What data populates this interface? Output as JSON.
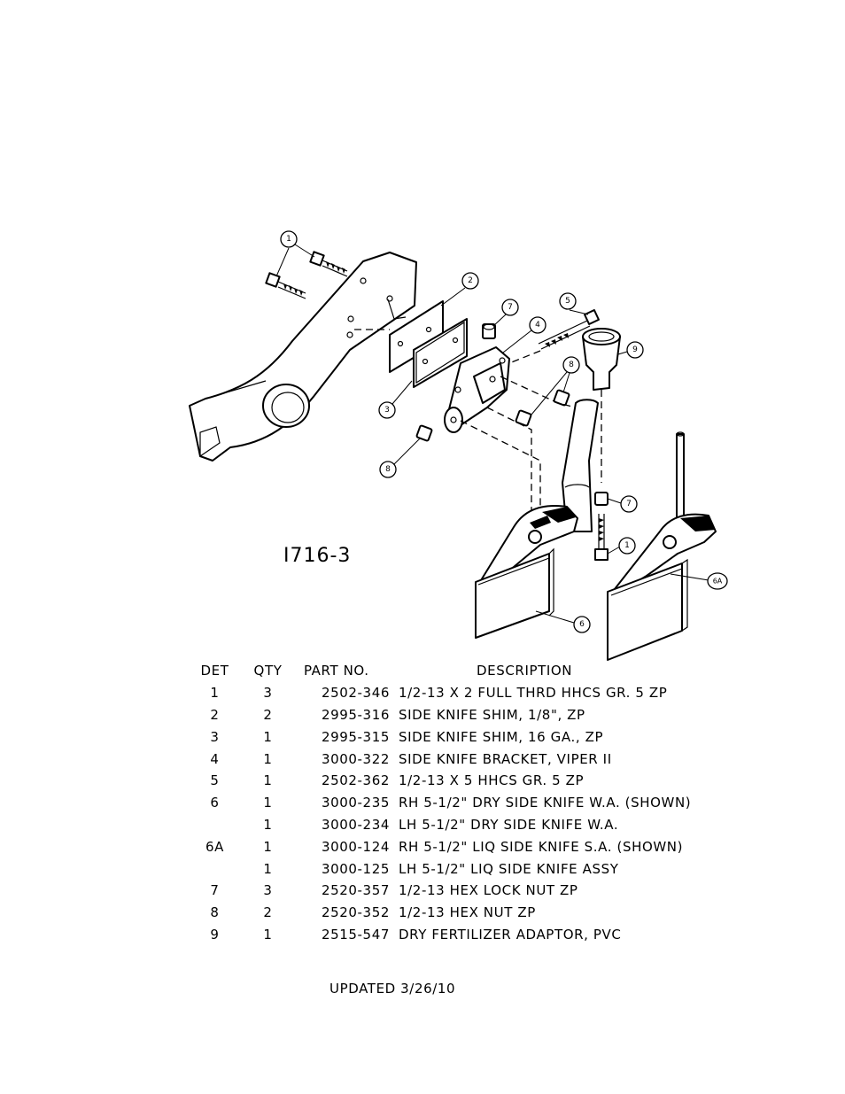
{
  "figure_label": "I716-3",
  "callouts": [
    "1",
    "2",
    "3",
    "4",
    "5",
    "6",
    "6A",
    "7",
    "8",
    "9"
  ],
  "table": {
    "headers": {
      "det": "DET",
      "qty": "QTY",
      "part_no": "PART NO.",
      "description": "DESCRIPTION"
    },
    "rows": [
      {
        "det": "1",
        "qty": "3",
        "part_no": "2502-346",
        "description": "1/2-13 X 2 FULL THRD HHCS GR. 5 ZP"
      },
      {
        "det": "2",
        "qty": "2",
        "part_no": "2995-316",
        "description": "SIDE KNIFE SHIM, 1/8\", ZP"
      },
      {
        "det": "3",
        "qty": "1",
        "part_no": "2995-315",
        "description": "SIDE KNIFE SHIM, 16 GA., ZP"
      },
      {
        "det": "4",
        "qty": "1",
        "part_no": "3000-322",
        "description": "SIDE KNIFE BRACKET, VIPER II"
      },
      {
        "det": "5",
        "qty": "1",
        "part_no": "2502-362",
        "description": "1/2-13 X 5 HHCS GR. 5 ZP"
      },
      {
        "det": "6",
        "qty": "1",
        "part_no": "3000-235",
        "description": "RH 5-1/2\" DRY SIDE KNIFE W.A. (SHOWN)"
      },
      {
        "det": "",
        "qty": "1",
        "part_no": "3000-234",
        "description": "LH 5-1/2\" DRY SIDE KNIFE W.A."
      },
      {
        "det": "6A",
        "qty": "1",
        "part_no": "3000-124",
        "description": "RH 5-1/2\" LIQ SIDE KNIFE S.A. (SHOWN)"
      },
      {
        "det": "",
        "qty": "1",
        "part_no": "3000-125",
        "description": "LH 5-1/2\" LIQ SIDE KNIFE ASSY"
      },
      {
        "det": "7",
        "qty": "3",
        "part_no": "2520-357",
        "description": "1/2-13 HEX LOCK NUT ZP"
      },
      {
        "det": "8",
        "qty": "2",
        "part_no": "2520-352",
        "description": "1/2-13 HEX NUT ZP"
      },
      {
        "det": "9",
        "qty": "1",
        "part_no": "2515-547",
        "description": "DRY FERTILIZER ADAPTOR, PVC"
      }
    ]
  },
  "updated": "UPDATED 3/26/10"
}
